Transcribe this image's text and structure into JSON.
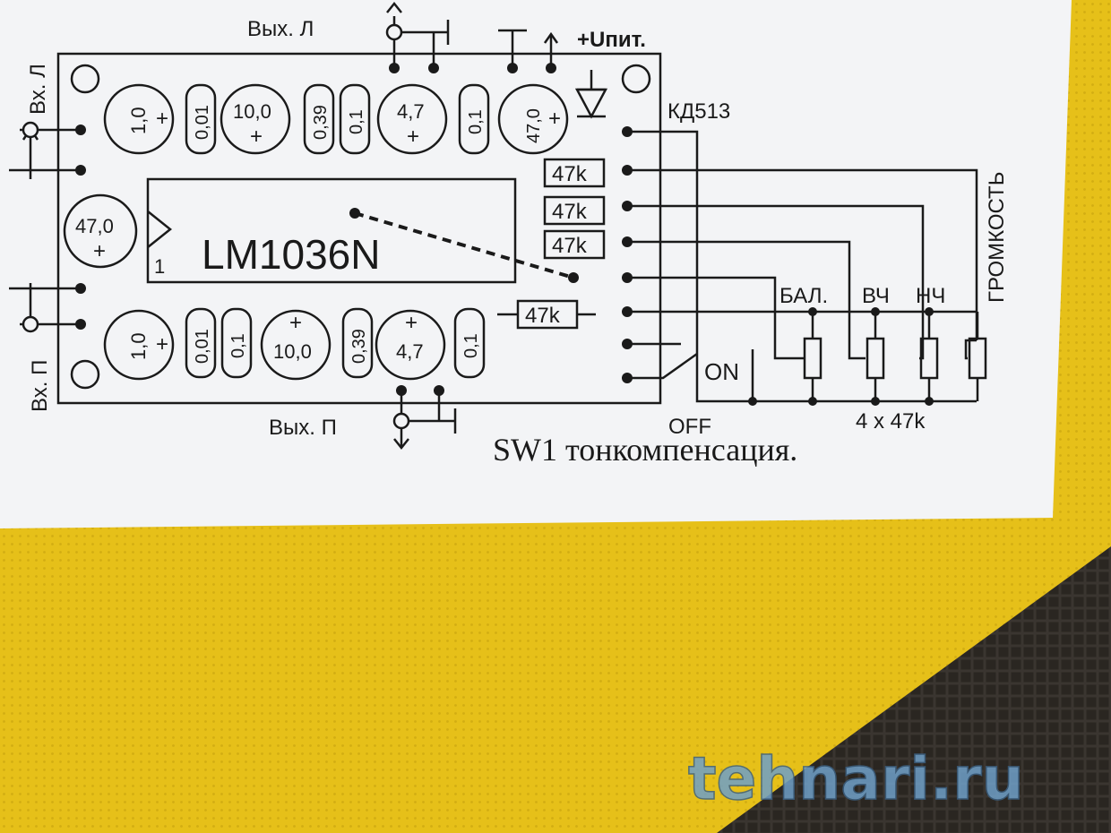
{
  "board": {
    "ic_label": "LM1036N",
    "pin1": "1",
    "out_left": "Вых. Л",
    "out_right": "Вых. П",
    "in_left": "Вх. Л",
    "in_right": "Вх. П",
    "supply": "+Uпит.",
    "diode": "КД513"
  },
  "caps_top": [
    {
      "value": "1,0",
      "sign": "+"
    },
    {
      "value": "0,01"
    },
    {
      "value": "10,0",
      "sign": "+"
    },
    {
      "value": "0,39"
    },
    {
      "value": "0,1"
    },
    {
      "value": "4,7",
      "sign": "+"
    },
    {
      "value": "0,1"
    },
    {
      "value": "47,0",
      "sign": "+"
    }
  ],
  "caps_bottom": [
    {
      "value": "1,0",
      "sign": "+"
    },
    {
      "value": "0,01"
    },
    {
      "value": "0,1"
    },
    {
      "value": "10,0",
      "sign": "+"
    },
    {
      "value": "0,39"
    },
    {
      "value": "4,7",
      "sign": "+"
    },
    {
      "value": "0,1"
    }
  ],
  "cap_left": {
    "value": "47,0",
    "sign": "+"
  },
  "resistors": [
    "47k",
    "47k",
    "47k",
    "47k"
  ],
  "controls": {
    "balance": "БАЛ.",
    "treble": "ВЧ",
    "bass": "НЧ",
    "volume": "ГРОМКОСТЬ",
    "pots": "4 x 47k"
  },
  "switch": {
    "on": "ON",
    "off": "OFF",
    "caption": "SW1 тонкомпенсация."
  },
  "watermark": "tehnari.ru"
}
